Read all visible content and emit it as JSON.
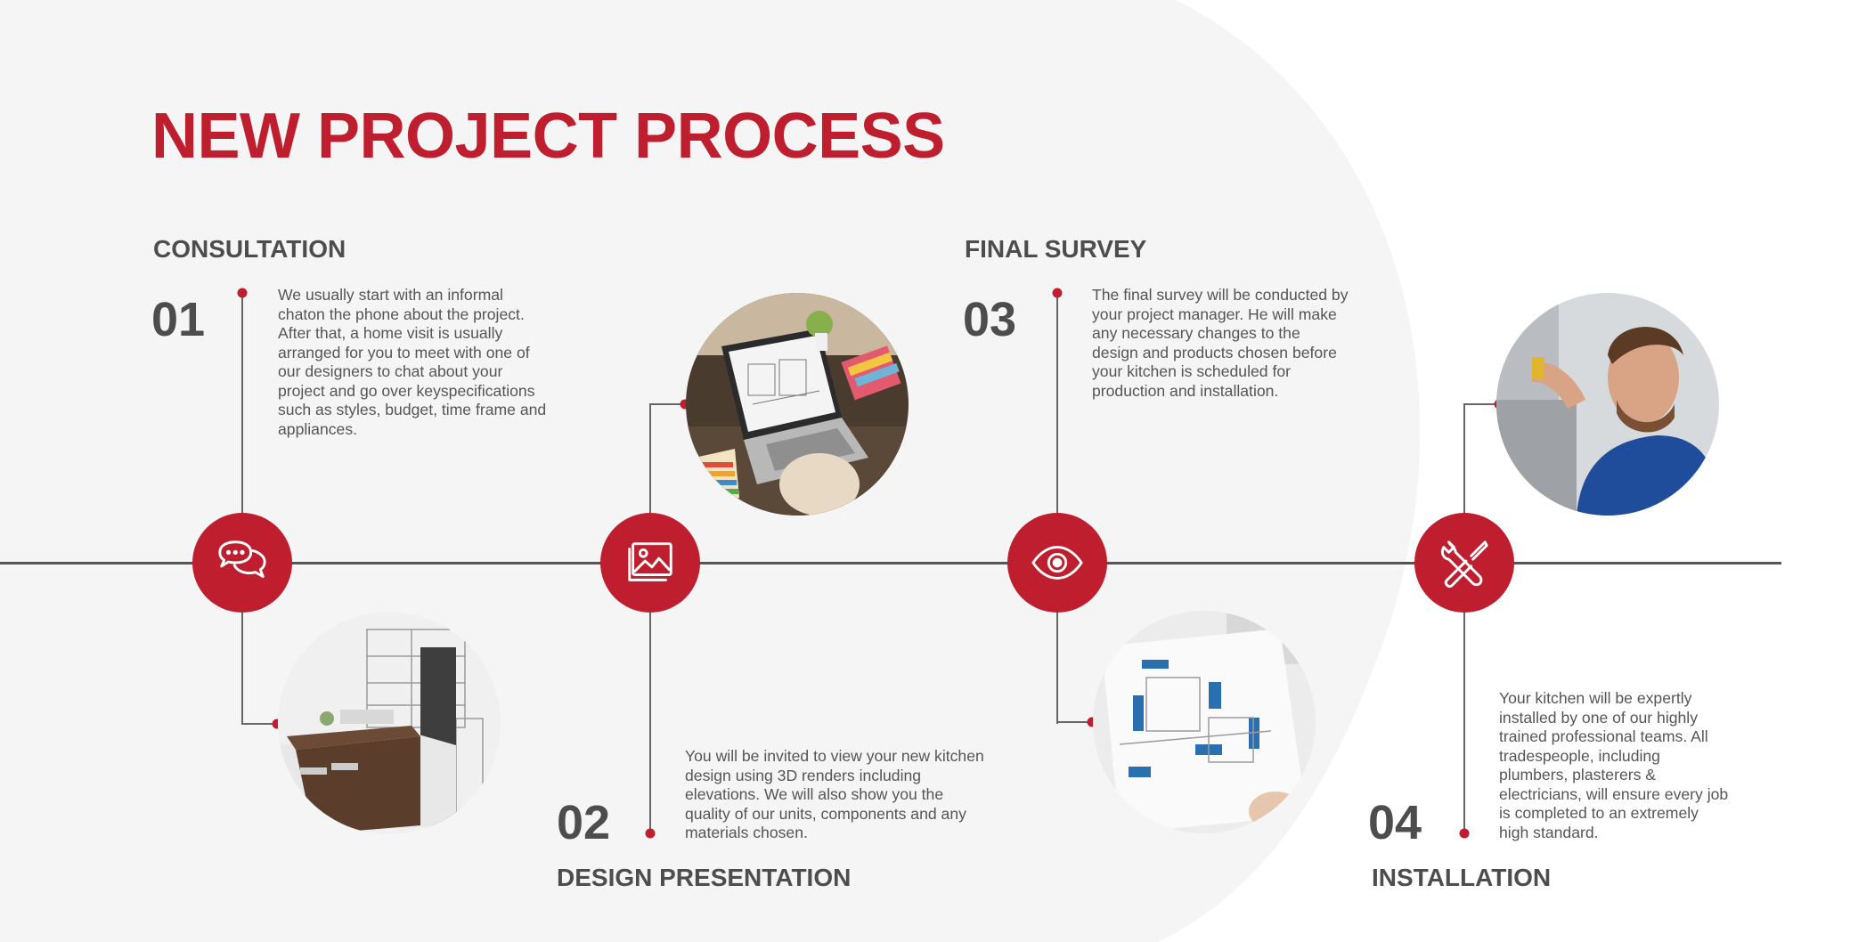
{
  "title": "NEW PROJECT PROCESS",
  "colors": {
    "accent": "#be1e2d",
    "text": "#4d4d4d",
    "background_blob": "#f5f5f5"
  },
  "steps": [
    {
      "number": "01",
      "heading": "CONSULTATION",
      "description": "We usually start with an informal chaton the phone about the project. After that, a home visit is usually arranged for you to meet with one of our designers to chat about your project and go over keyspecifications such as styles, budget, time frame and appliances.",
      "icon": "speech-bubbles-icon",
      "photo": "kitchen-sketch-render-photo"
    },
    {
      "number": "02",
      "heading": "DESIGN PRESENTATION",
      "description": "You will be invited to view your new kitchen design using 3D renders including elevations. We will also show you the quality of our units, components and any materials chosen.",
      "icon": "image-gallery-icon",
      "photo": "laptop-design-photo"
    },
    {
      "number": "03",
      "heading": "FINAL SURVEY",
      "description": "The final survey will be conducted by your project manager. He will make any necessary changes to the design and products chosen before your kitchen is scheduled for production and installation.",
      "icon": "eye-icon",
      "photo": "floor-plan-photo"
    },
    {
      "number": "04",
      "heading": "INSTALLATION",
      "description": "Your kitchen will be expertly installed by one of our highly trained professional teams. All tradespeople, including plumbers, plasterers & electricians, will ensure every job is completed to an extremely high standard.",
      "icon": "tools-icon",
      "photo": "installer-photo"
    }
  ]
}
